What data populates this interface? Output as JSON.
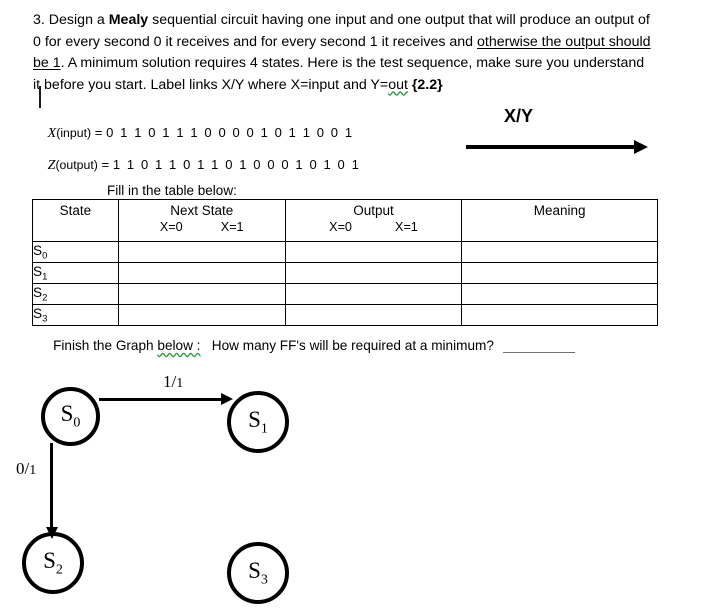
{
  "problem": {
    "number": "3.",
    "line_pre_bold": "Design a ",
    "bold_word": "Mealy",
    "line_post_bold": " sequential circuit having one input and one output that will produce an output of 0 for every second 0 it receives and for every second 1 it receives and ",
    "underlined_phrase": "otherwise the output should be 1",
    "after_underline": ". A minimum solution requires 4 states. Here is the test sequence, make sure you understand it before you start. Label links X/Y where X=input and Y=",
    "spellcheck_word": "out",
    "points": "{2.2}"
  },
  "sequences": {
    "input_label": "X",
    "input_label_sub": "(input)",
    "input_eq": " = ",
    "input_bits": "0 1 1 0 1 1 1 0 0 0 0 1 0 1 1 0 0 1",
    "output_label": "Z",
    "output_label_sub": "(output)",
    "output_eq": " = ",
    "output_bits": "1 1 0 1 1 0 1 1 0 1 0 0 0 1 0 1 0 1"
  },
  "legend": {
    "xy_label": "X/Y"
  },
  "table": {
    "caption": "Fill in the table below:",
    "headers": {
      "state": "State",
      "next_state": "Next State",
      "output": "Output",
      "meaning": "Meaning"
    },
    "subheaders": {
      "next_x0": "X=0",
      "next_x1": "X=1",
      "out_x0": "X=0",
      "out_x1": "X=1"
    },
    "rows": [
      {
        "state": "S",
        "sub": "0",
        "next_x0": "",
        "next_x1": "",
        "out_x0": "",
        "out_x1": "",
        "meaning": ""
      },
      {
        "state": "S",
        "sub": "1",
        "next_x0": "",
        "next_x1": "",
        "out_x0": "",
        "out_x1": "",
        "meaning": ""
      },
      {
        "state": "S",
        "sub": "2",
        "next_x0": "",
        "next_x1": "",
        "out_x0": "",
        "out_x1": "",
        "meaning": ""
      },
      {
        "state": "S",
        "sub": "3",
        "next_x0": "",
        "next_x1": "",
        "out_x0": "",
        "out_x1": "",
        "meaning": ""
      }
    ]
  },
  "finish": {
    "prefix": "Finish the Graph ",
    "spellcheck_word": "below :",
    "question": "   How many FF's will be required at a minimum? "
  },
  "diagram": {
    "nodes": [
      {
        "name": "S",
        "sub": "0"
      },
      {
        "name": "S",
        "sub": "1"
      },
      {
        "name": "S",
        "sub": "2"
      },
      {
        "name": "S",
        "sub": "3"
      }
    ],
    "edges": [
      {
        "from": "S0",
        "to": "S1",
        "num": "1",
        "slash": "/",
        "den": "1"
      },
      {
        "from": "S0",
        "to": "S2",
        "num": "0",
        "slash": "/",
        "den": "1"
      }
    ]
  },
  "colors": {
    "ink": "#000000",
    "spellcheck": "#2e9b3e",
    "blank_rule": "#6e6e6e"
  }
}
